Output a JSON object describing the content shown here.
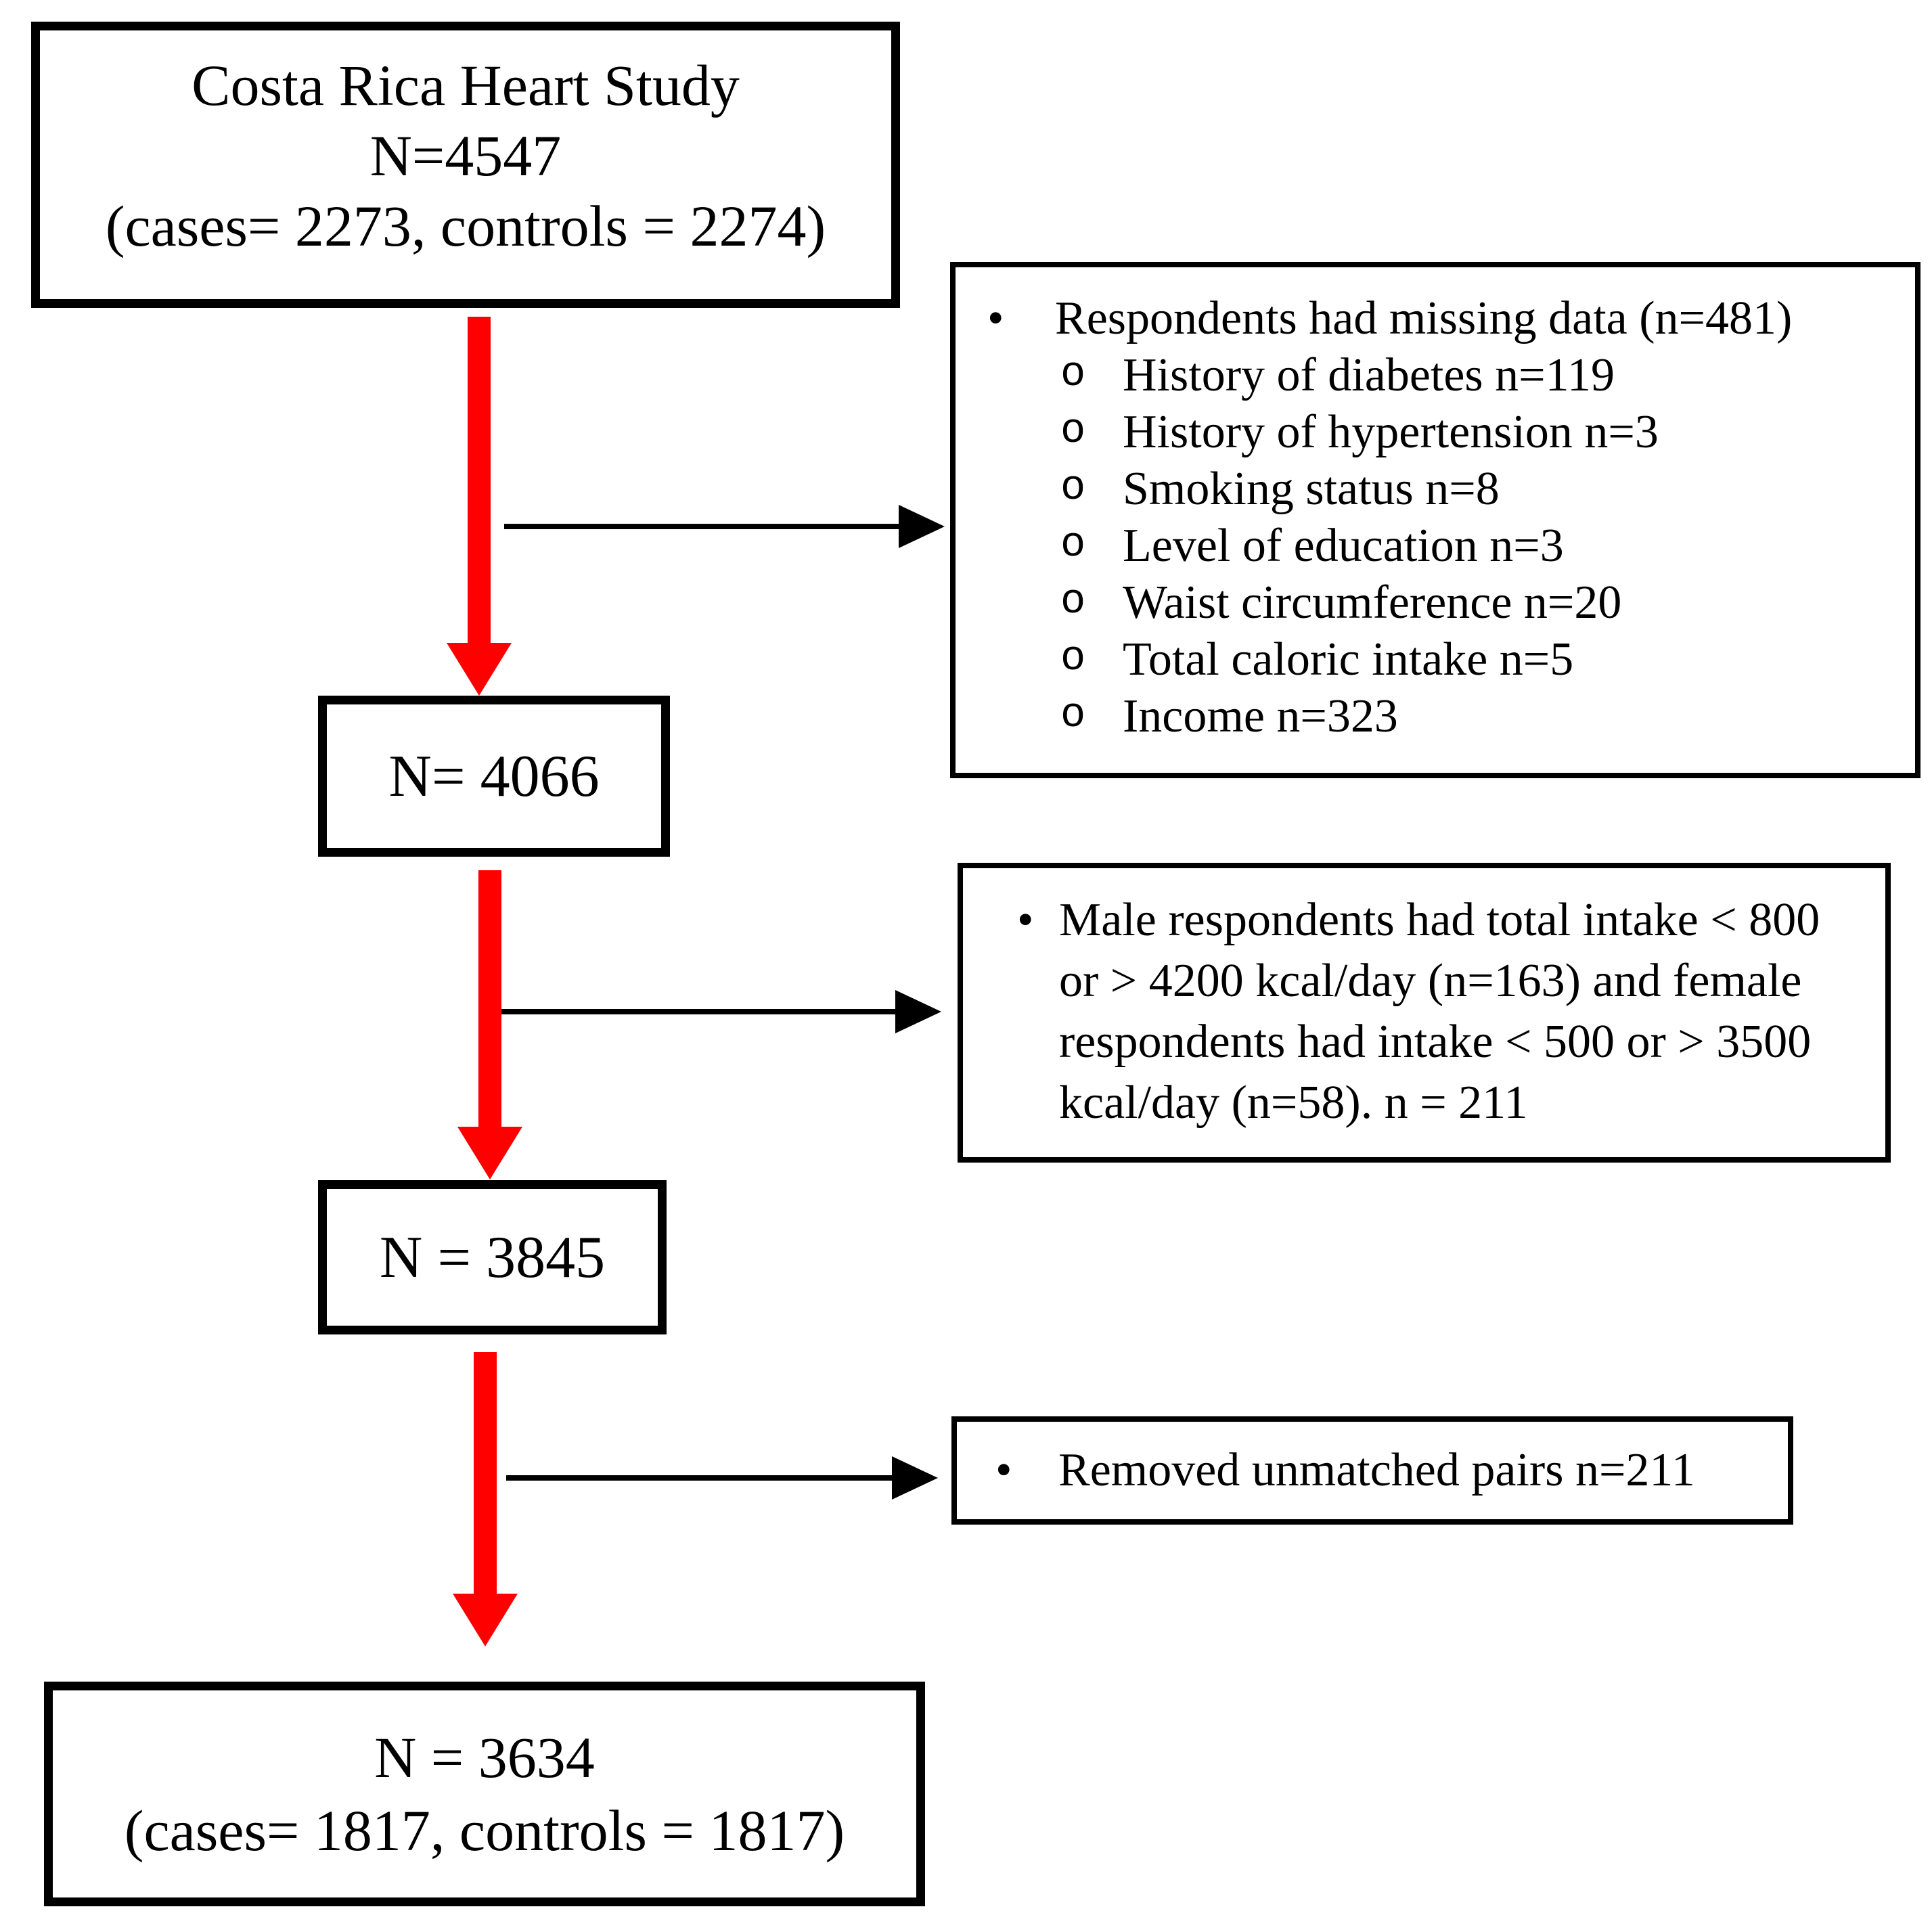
{
  "colors": {
    "arrow_red": "#ff0000",
    "line_black": "#000000",
    "background": "#ffffff"
  },
  "flow": {
    "enrollment": {
      "title": "Costa Rica Heart Study",
      "n": "N=4547",
      "breakdown": "(cases= 2273, controls = 2274)"
    },
    "n_4066": "N= 4066",
    "n_3845": "N = 3845",
    "final": {
      "n": "N = 3634",
      "breakdown": "(cases= 1817, controls = 1817)"
    },
    "exclusions": {
      "missing_data": {
        "bullet": "•",
        "sub_bullet": "o",
        "heading": "Respondents had missing data (n=481)",
        "items": [
          "History of diabetes n=119",
          "History of hypertension n=3",
          "Smoking status n=8",
          "Level of education n=3",
          "Waist circumference n=20",
          "Total caloric intake n=5",
          "Income n=323"
        ]
      },
      "caloric": {
        "bullet": "•",
        "text": "Male respondents had total intake < 800 or > 4200 kcal/day (n=163) and female respondents had intake < 500 or > 3500 kcal/day (n=58). n = 211"
      },
      "unmatched": {
        "bullet": "•",
        "text": "Removed unmatched pairs n=211"
      }
    }
  }
}
